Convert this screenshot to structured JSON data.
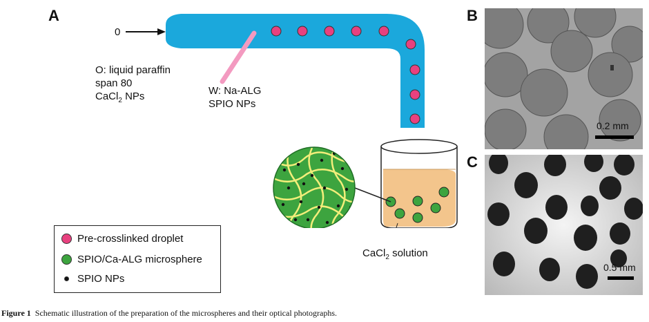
{
  "panels": {
    "a": "A",
    "b": "B",
    "c": "C"
  },
  "schematic": {
    "oil_inlet_value": "0",
    "oil_phase_lines": [
      "O: liquid paraffin",
      "span 80"
    ],
    "oil_phase_cacl": {
      "prefix": "CaCl",
      "sub": "2",
      "suffix": " NPs"
    },
    "water_phase_lines": [
      "W: Na-ALG",
      "SPIO NPs"
    ],
    "bath_label": {
      "prefix": "CaCl",
      "sub": "2",
      "suffix": " solution"
    }
  },
  "legend": {
    "items": [
      {
        "label": "Pre-crosslinked droplet",
        "color": "#e8417f"
      },
      {
        "label": "SPIO/Ca-ALG microsphere",
        "color": "#3da43f"
      },
      {
        "label": "SPIO NPs",
        "color": "#111111"
      }
    ]
  },
  "scale_bars": {
    "b": "0.2 mm",
    "c": "0.5 mm"
  },
  "caption": {
    "figure_label": "Figure 1",
    "text": "Schematic illustration of the preparation of the microspheres and their optical photographs."
  },
  "colors": {
    "tube": "#1ba8dc",
    "droplet": "#e8417f",
    "microsphere": "#3da43f",
    "solution": "#f3c58c",
    "needle": "#f39ac0"
  }
}
